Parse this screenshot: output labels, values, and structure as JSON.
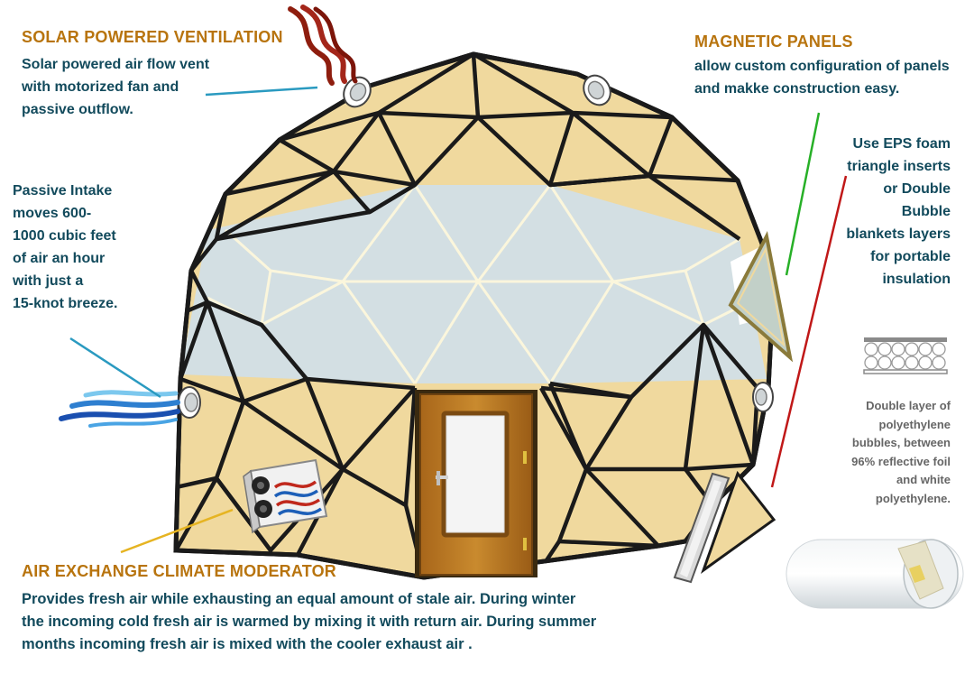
{
  "solar": {
    "heading": "SOLAR POWERED VENTILATION",
    "body": "Solar powered  air flow vent\nwith motorized  fan and\npassive outflow."
  },
  "magnetic": {
    "heading": "MAGNETIC PANELS",
    "body": "allow custom configuration of panels\nand makke construction easy."
  },
  "intake": {
    "body": "Passive Intake\nmoves 600-\n1000 cubic feet\nof air an hour\nwith just a\n15-knot breeze."
  },
  "insulation": {
    "body": "Use EPS foam\ntriangle inserts\nor Double\nBubble\nblankets layers\nfor portable\ninsulation"
  },
  "bubble_note": {
    "body": "Double layer of\npolyethylene\nbubbles,  between\n96% reflective foil\nand white\npolyethylene."
  },
  "air_exchange": {
    "heading": "AIR EXCHANGE CLIMATE MODERATOR",
    "body": "Provides fresh air  while exhausting an equal amount of stale air. During winter\nthe incoming cold fresh air is warmed by mixing it with return air. During summer\nmonths  incoming fresh air  is mixed with the cooler exhaust air ."
  },
  "colors": {
    "panel": "#f0d99e",
    "window": "#d3dfe3",
    "frame": "#1a1a1a",
    "heading": "#b8740e",
    "body": "#124a5c",
    "door": "#b8761e",
    "line_blue": "#2a9ac0",
    "line_green": "#27b027",
    "line_red": "#c01818",
    "line_yellow": "#e6b422"
  }
}
